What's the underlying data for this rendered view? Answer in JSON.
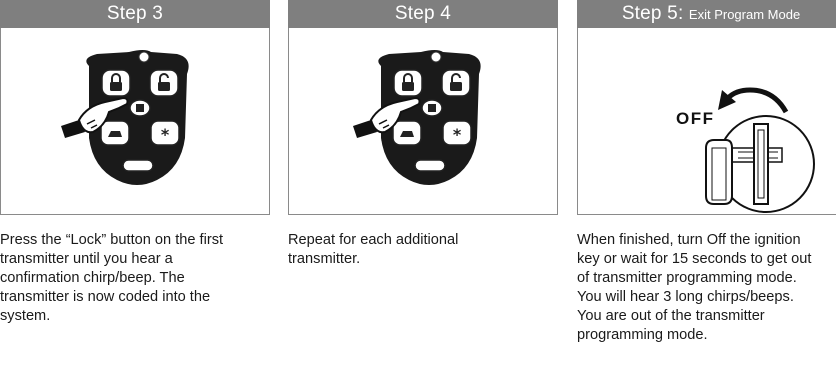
{
  "steps": [
    {
      "header": "Step 3",
      "text": "Press the “Lock” button on the first\ntransmitter until you hear a\nconfirmation chirp/beep. The\ntransmitter is now coded into the\nsystem."
    },
    {
      "header": "Step 4",
      "text": "Repeat for each additional\ntransmitter."
    },
    {
      "header_main": "Step 5:",
      "header_sub": "Exit Program Mode",
      "off_label": "OFF",
      "text": "When finished, turn Off the ignition\nkey or wait for 15 seconds to get out\nof transmitter programming mode.\nYou will hear 3 long chirps/beeps.\nYou are out of the transmitter\nprogramming mode."
    }
  ],
  "icons": {
    "remote": "key-fob-remote-icon",
    "hand": "pointing-hand-icon",
    "lock": "lock-icon",
    "unlock": "unlock-icon",
    "trunk": "trunk-icon",
    "star": "star-icon",
    "ignition": "ignition-key-icon",
    "arrow": "curved-arrow-icon"
  }
}
